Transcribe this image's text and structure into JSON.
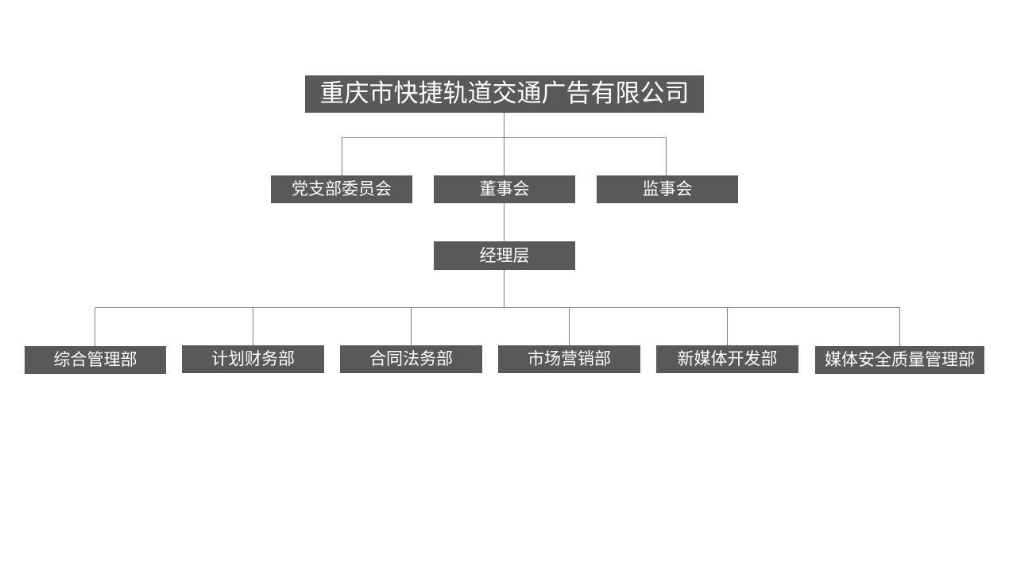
{
  "org_chart": {
    "root": {
      "label": "重庆市快捷轨道交通广告有限公司"
    },
    "governance": [
      {
        "label": "党支部委员会"
      },
      {
        "label": "董事会"
      },
      {
        "label": "监事会"
      }
    ],
    "management": {
      "label": "经理层"
    },
    "departments": [
      {
        "label": "综合管理部"
      },
      {
        "label": "计划财务部"
      },
      {
        "label": "合同法务部"
      },
      {
        "label": "市场营销部"
      },
      {
        "label": "新媒体开发部"
      },
      {
        "label": "媒体安全质量管理部"
      }
    ]
  },
  "colors": {
    "box_fill": "#595959",
    "box_text": "#ffffff",
    "connector": "#7f7f7f",
    "background": "#ffffff"
  }
}
